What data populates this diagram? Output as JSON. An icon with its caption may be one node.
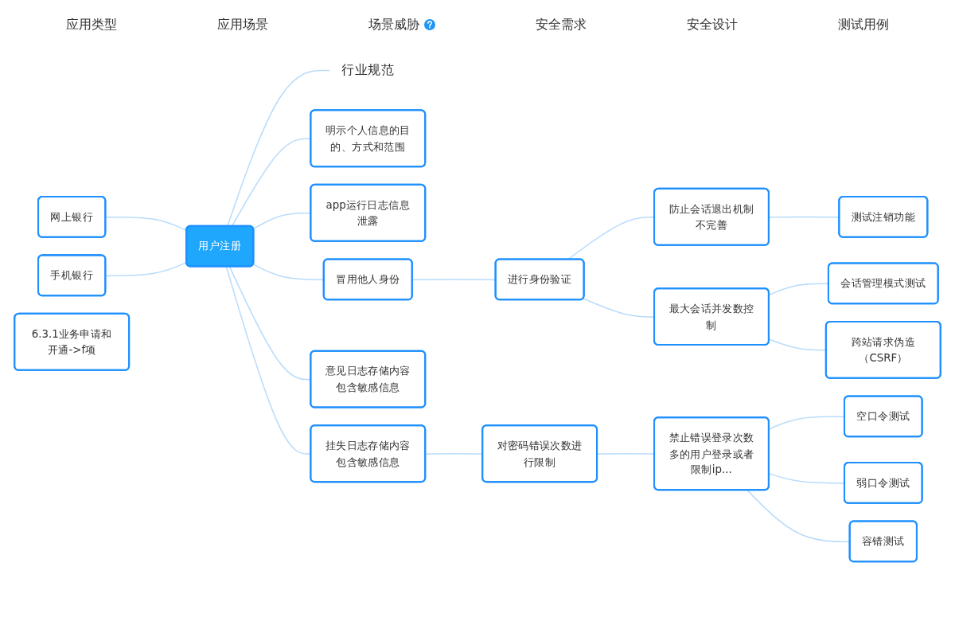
{
  "diagram": {
    "nodes": [
      {
        "text": [
          "网上银行"
        ]
      },
      {
        "text": [
          "手机银行"
        ]
      },
      {
        "text": [
          "用户注册"
        ]
      },
      {
        "text": [
          "行业规范"
        ]
      },
      {
        "text": [
          "6.3.1业务申请和开通->f项"
        ]
      },
      {
        "text": [
          "明示个人信息的目的、方式和范围"
        ]
      },
      {
        "text": [
          "app运行日志信息泄露"
        ]
      },
      {
        "text": [
          "冒用他人身份"
        ]
      },
      {
        "text": [
          "意见日志存储内容包含敏感信息"
        ]
      },
      {
        "text": [
          "挂失日志存储内容包含敏感信息"
        ]
      },
      {
        "text": [
          "对密码错误次数进行限制"
        ]
      },
      {
        "text": [
          "进行身份验证"
        ]
      },
      {
        "text": [
          "禁止错误登录次数多的用户登录或者限制ip..."
        ]
      },
      {
        "text": [
          "防止会话退出机制不完善"
        ]
      },
      {
        "text": [
          "最大会话并发数控制"
        ]
      },
      {
        "text": [
          "空口令测试"
        ]
      },
      {
        "text": [
          "弱口令测试"
        ]
      },
      {
        "text": [
          "容错测试"
        ]
      },
      {
        "text": [
          "测试注销功能"
        ]
      },
      {
        "text": [
          "会话管理模式测试"
        ]
      },
      {
        "text": [
          "跨站请求伪造（CSRF）"
        ]
      }
    ],
    "edges": [
      {
        "from": 0,
        "to": 2,
        "arrow": "none"
      },
      {
        "from": 1,
        "to": 2,
        "arrow": "none"
      },
      {
        "from": 2,
        "to": 3,
        "arrow": "none"
      },
      {
        "from": 2,
        "to": 5,
        "arrow": "none"
      },
      {
        "from": 2,
        "to": 6,
        "arrow": "none"
      },
      {
        "from": 2,
        "to": 7,
        "arrow": "none"
      },
      {
        "from": 2,
        "to": 8,
        "arrow": "none"
      },
      {
        "from": 2,
        "to": 9,
        "arrow": "none"
      },
      {
        "from": 7,
        "to": 11,
        "arrow": "none"
      },
      {
        "from": 9,
        "to": 10,
        "arrow": "none"
      },
      {
        "from": 10,
        "to": 12,
        "arrow": "none"
      },
      {
        "from": 11,
        "to": 13,
        "arrow": "none"
      },
      {
        "from": 11,
        "to": 14,
        "arrow": "none"
      },
      {
        "from": 12,
        "to": 15,
        "arrow": "none"
      },
      {
        "from": 12,
        "to": 16,
        "arrow": "none"
      },
      {
        "from": 12,
        "to": 17,
        "arrow": "none"
      },
      {
        "from": 13,
        "to": 18,
        "arrow": "none"
      },
      {
        "from": 14,
        "to": 19,
        "arrow": "none"
      },
      {
        "from": 14,
        "to": 20,
        "arrow": "none"
      }
    ],
    "labels": [
      "应用类型",
      "应用场景",
      "场景威胁",
      "安全需求",
      "安全设计",
      "测试用例"
    ]
  }
}
